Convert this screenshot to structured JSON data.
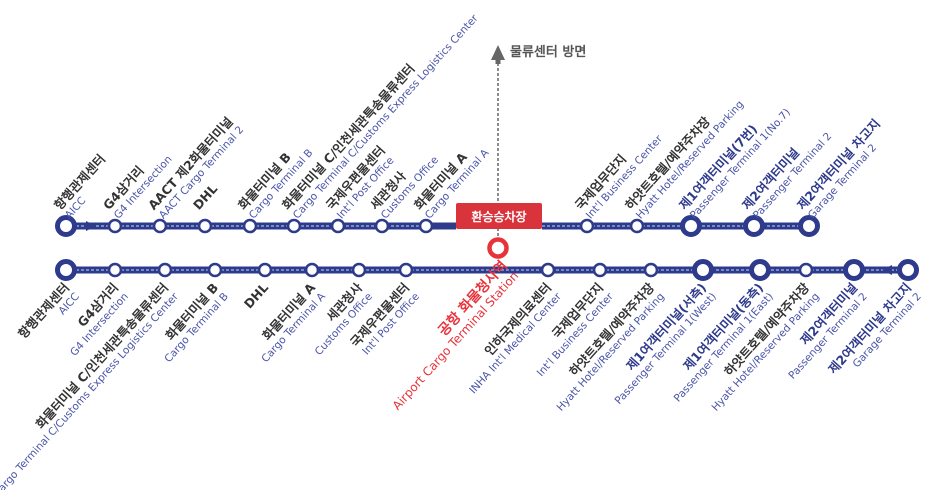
{
  "colors": {
    "line": "#2e3a8c",
    "dash": "#8fa8d6",
    "station_fill": "#ffffff",
    "hub": "#e8333c",
    "transfer_box": "#d9343c",
    "text_ko": "#333333",
    "text_en": "#4a55a8",
    "arrow_up": "#666666"
  },
  "upward": {
    "label": "물류센터 방면",
    "icon": "arrow-up-icon"
  },
  "transfer": {
    "label": "환승승차장"
  },
  "top_route": {
    "direction_icon": "arrow-right-icon",
    "stations": [
      {
        "ko": "항행관제센터",
        "en": "AICC",
        "type": "terminus"
      },
      {
        "ko": "G4삼거리",
        "en": "G4 Intersection",
        "type": "stop"
      },
      {
        "ko": "AACT 제2화물터미널",
        "en": "AACT Cargo Terminal 2",
        "type": "stop"
      },
      {
        "ko": "DHL",
        "en": "",
        "type": "stop"
      },
      {
        "ko": "화물터미널 B",
        "en": "Cargo Terminal B",
        "type": "stop"
      },
      {
        "ko": "화물터미널 C/인천세관특송물류센터",
        "en": "Cargo Terminal C/Customs Express Logistics Center",
        "type": "stop"
      },
      {
        "ko": "국제우편물센터",
        "en": "Int'l Post Office",
        "type": "stop"
      },
      {
        "ko": "세관청사",
        "en": "Customs Office",
        "type": "stop"
      },
      {
        "ko": "화물터미널 A",
        "en": "Cargo Terminal A",
        "type": "stop"
      },
      {
        "ko": "국제업무단지",
        "en": "Int'l Business Center",
        "type": "stop"
      },
      {
        "ko": "하얏트호텔/예약주차장",
        "en": "Hyatt Hotel/Reserved Parking",
        "type": "stop"
      },
      {
        "ko": "제1여객터미널(7번)",
        "en": "Passenger Terminal 1(No.7)",
        "type": "terminal"
      },
      {
        "ko": "제2여객터미널",
        "en": "Passenger Terminal 2",
        "type": "terminal"
      },
      {
        "ko": "제2여객터미널 차고지",
        "en": "Garage Terminal 2",
        "type": "terminal"
      }
    ]
  },
  "hub": {
    "ko": "공항 화물청사역",
    "en": "Airport Cargo Terminal Station"
  },
  "bottom_route": {
    "direction_icon": "arrow-left-icon",
    "stations": [
      {
        "ko": "항행관제센터",
        "en": "AICC",
        "type": "terminus"
      },
      {
        "ko": "G4삼거리",
        "en": "G4 Intersection",
        "type": "stop"
      },
      {
        "ko": "화물터미널 C/인천세관특송물류센터",
        "en": "Cargo Terminal C/Customs Express Logistics Center",
        "type": "stop"
      },
      {
        "ko": "화물터미널 B",
        "en": "Cargo Terminal B",
        "type": "stop"
      },
      {
        "ko": "DHL",
        "en": "",
        "type": "stop"
      },
      {
        "ko": "화물터미널 A",
        "en": "Cargo Terminal A",
        "type": "stop"
      },
      {
        "ko": "세관청사",
        "en": "Customs Office",
        "type": "stop"
      },
      {
        "ko": "국제우편물센터",
        "en": "Int'l Post Office",
        "type": "stop"
      },
      {
        "ko": "인하국제의료센터",
        "en": "INHA Int'l Medical Center",
        "type": "stop"
      },
      {
        "ko": "국제업무단지",
        "en": "Int'l Business Center",
        "type": "stop"
      },
      {
        "ko": "하얏트호텔/예약주차장",
        "en": "Hyatt Hotel/Reserved Parking",
        "type": "stop"
      },
      {
        "ko": "제1여객터미널(서측)",
        "en": "Passenger Terminal 1(West)",
        "type": "terminal"
      },
      {
        "ko": "제1여객터미널(동측)",
        "en": "Passenger Terminal 1(East)",
        "type": "terminal"
      },
      {
        "ko": "하얏트호텔/예약주차장",
        "en": "Hyatt Hotel/Reserved Parking",
        "type": "stop"
      },
      {
        "ko": "제2여객터미널",
        "en": "Passenger Terminal 2",
        "type": "terminal"
      },
      {
        "ko": "제2여객터미널 차고지",
        "en": "Garage Terminal 2",
        "type": "terminal"
      }
    ]
  }
}
